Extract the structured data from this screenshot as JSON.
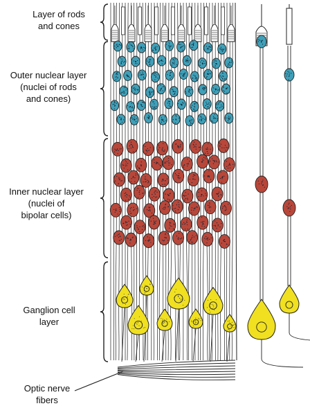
{
  "labels": {
    "rods_cones": [
      "Layer of rods",
      "and cones"
    ],
    "outer_nuclear": [
      "Outer nuclear layer",
      "(nuclei of rods",
      "and cones)"
    ],
    "inner_nuclear": [
      "Inner nuclear layer",
      "(nuclei of",
      "bipolar cells)"
    ],
    "ganglion": [
      "Ganglion cell",
      "layer"
    ],
    "optic_nerve": [
      "Optic nerve",
      "fibers"
    ]
  },
  "colors": {
    "rod_cone_nucleus": "#3fa0b8",
    "bipolar_nucleus": "#b8473a",
    "ganglion_cell": "#f0e020",
    "line": "#222222"
  }
}
